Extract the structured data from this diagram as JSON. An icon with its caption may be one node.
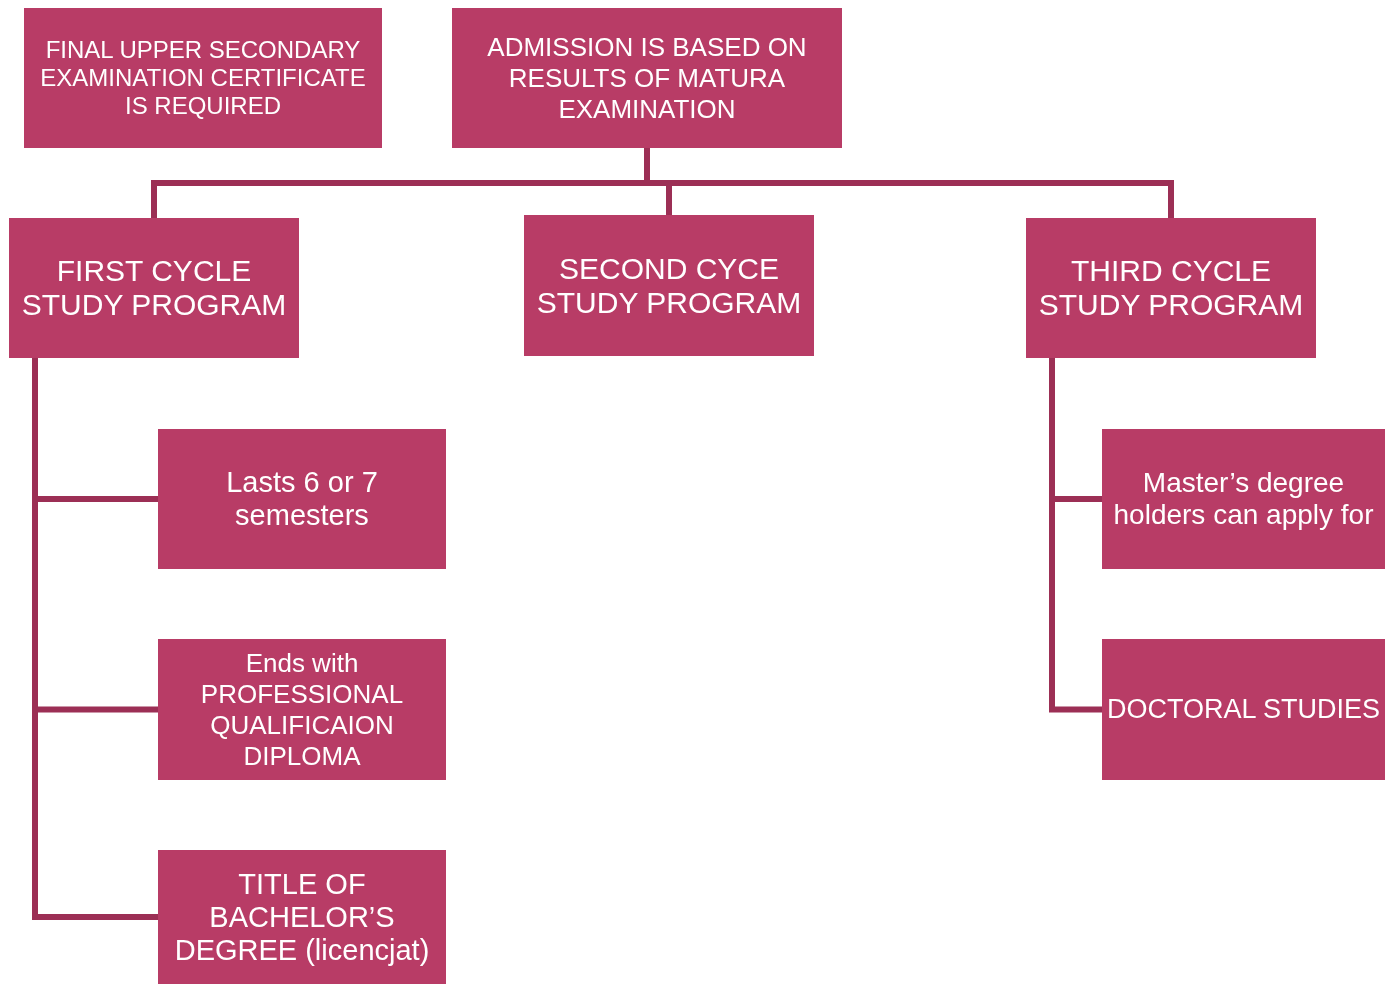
{
  "diagram": {
    "nodes": [
      {
        "text": [
          "FINAL UPPER SECONDARY EXAMINATION CERTIFICATE IS REQUIRED"
        ]
      },
      {
        "text": [
          "ADMISSION IS BASED ON RESULTS OF MATURA EXAMINATION"
        ]
      },
      {
        "text": [
          "FIRST CYCLE STUDY PROGRAM"
        ]
      },
      {
        "text": [
          "SECOND CYCE STUDY PROGRAM"
        ]
      },
      {
        "text": [
          "THIRD CYCLE STUDY PROGRAM"
        ]
      },
      {
        "text": [
          "Lasts 6 or 7 semesters"
        ]
      },
      {
        "text": [
          "Ends with PROFESSIONAL QUALIFICAION DIPLOMA"
        ]
      },
      {
        "text": [
          "TITLE OF BACHELOR’S DEGREE (licencjat)"
        ]
      },
      {
        "text": [
          "Master’s degree holders can apply for"
        ]
      },
      {
        "text": [
          "DOCTORAL STUDIES"
        ]
      }
    ],
    "edges": [
      {
        "from": 1,
        "to": 2,
        "arrow": "none"
      },
      {
        "from": 1,
        "to": 3,
        "arrow": "none"
      },
      {
        "from": 1,
        "to": 4,
        "arrow": "none"
      },
      {
        "from": 2,
        "to": 5,
        "arrow": "none"
      },
      {
        "from": 2,
        "to": 6,
        "arrow": "none"
      },
      {
        "from": 2,
        "to": 7,
        "arrow": "none"
      },
      {
        "from": 4,
        "to": 8,
        "arrow": "none"
      },
      {
        "from": 4,
        "to": 9,
        "arrow": "none"
      }
    ]
  }
}
